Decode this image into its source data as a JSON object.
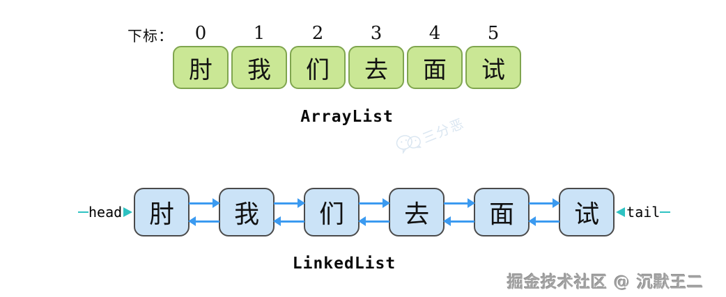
{
  "array_section": {
    "index_label": "下标：",
    "indices": [
      "0",
      "1",
      "2",
      "3",
      "4",
      "5"
    ],
    "cells": [
      "肘",
      "我",
      "们",
      "去",
      "面",
      "试"
    ],
    "title": "ArrayList",
    "cell_fill": "#cae795",
    "cell_border": "#7fa54e"
  },
  "linked_section": {
    "head_label": "head",
    "tail_label": "tail",
    "nodes": [
      "肘",
      "我",
      "们",
      "去",
      "面",
      "试"
    ],
    "title": "LinkedList",
    "node_fill": "#cbe3f7",
    "node_border": "#4a4a4a",
    "arrow_color": "#3b9af0",
    "pointer_color": "#2ec2c2"
  },
  "watermarks": {
    "center_text": "三分恶",
    "bottom_right": "掘金技术社区 @ 沉默王二"
  }
}
